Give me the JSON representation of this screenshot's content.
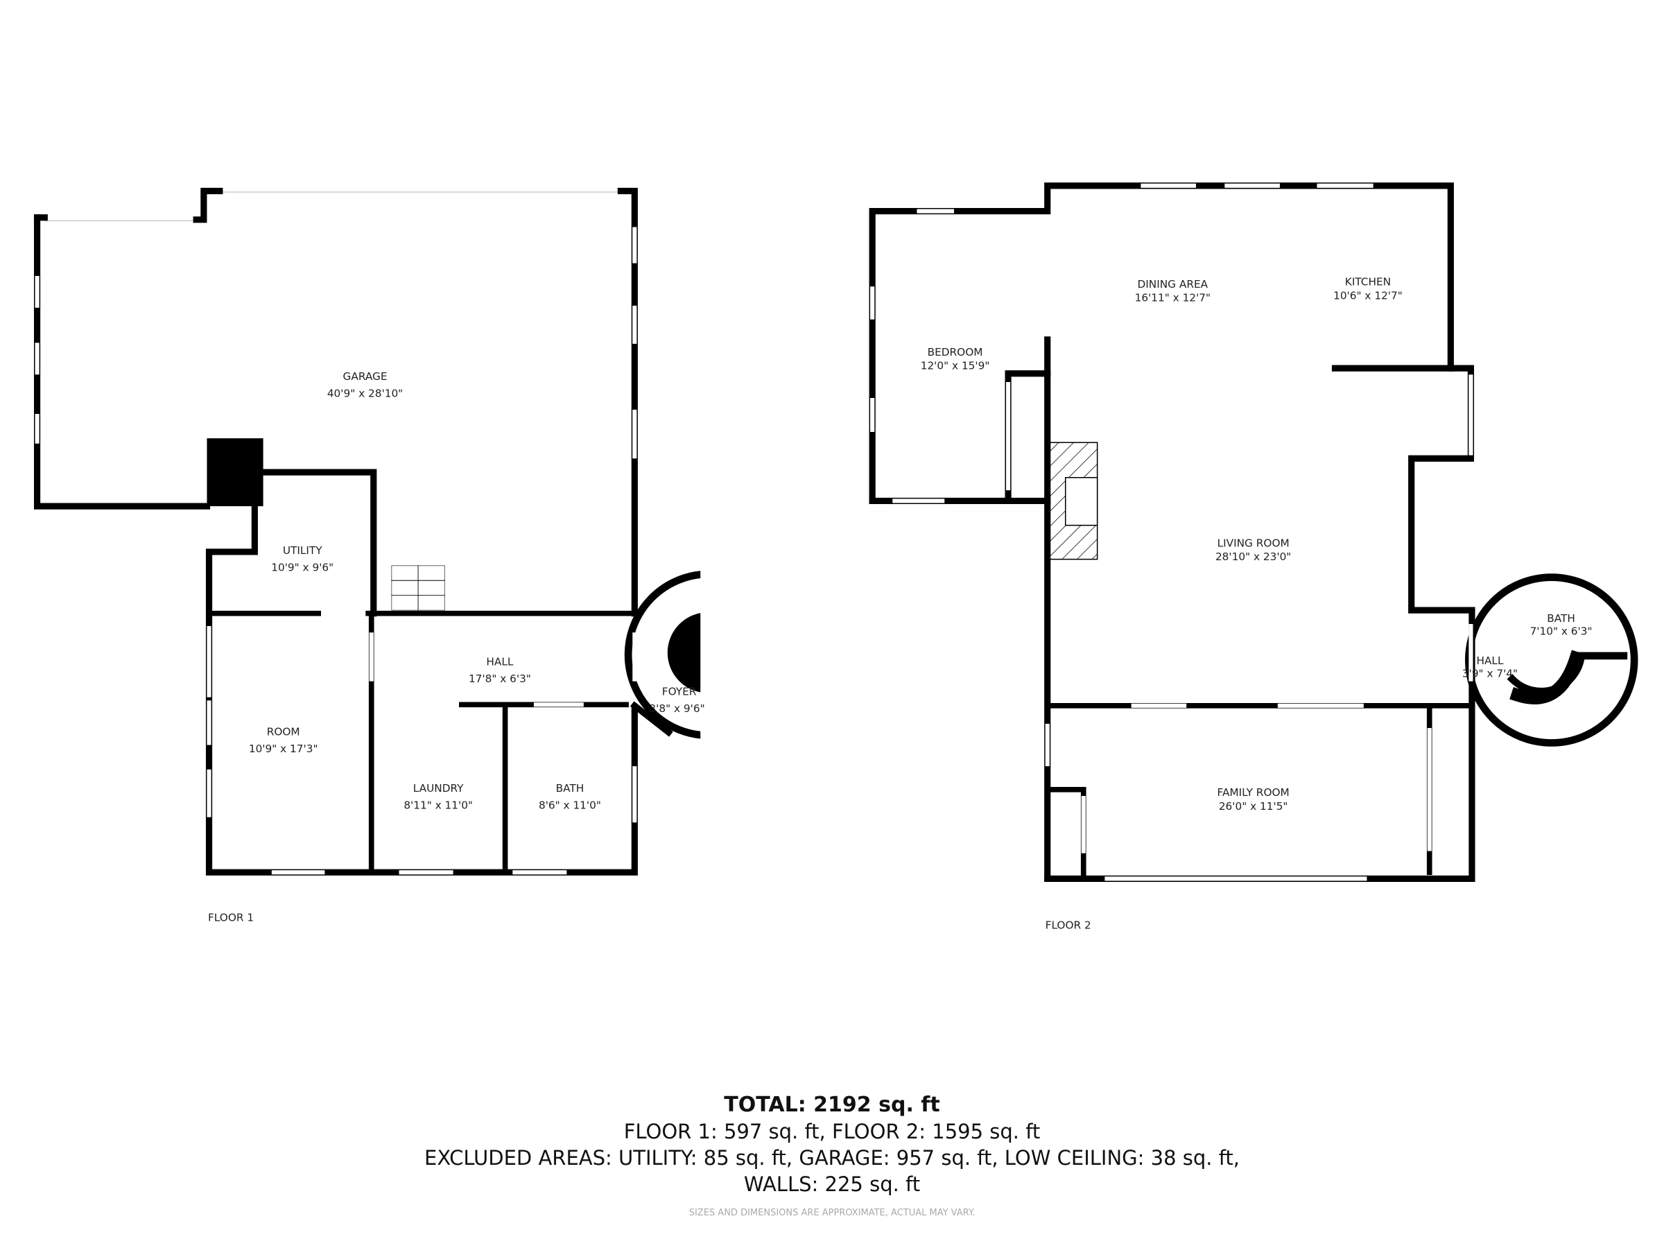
{
  "floors": [
    {
      "label": "FLOOR 1",
      "rooms": [
        {
          "name": "GARAGE",
          "dims": "40'9\" x 28'10\""
        },
        {
          "name": "UTILITY",
          "dims": "10'9\" x 9'6\""
        },
        {
          "name": "ROOM",
          "dims": "10'9\" x 17'3\""
        },
        {
          "name": "HALL",
          "dims": "17'8\" x 6'3\""
        },
        {
          "name": "LAUNDRY",
          "dims": "8'11\" x 11'0\""
        },
        {
          "name": "BATH",
          "dims": "8'6\" x 11'0\""
        },
        {
          "name": "FOYER",
          "dims": "3'8\" x 9'6\""
        }
      ]
    },
    {
      "label": "FLOOR 2",
      "rooms": [
        {
          "name": "DINING AREA",
          "dims": "16'11\" x 12'7\""
        },
        {
          "name": "KITCHEN",
          "dims": "10'6\" x 12'7\""
        },
        {
          "name": "BEDROOM",
          "dims": "12'0\" x 15'9\""
        },
        {
          "name": "LIVING ROOM",
          "dims": "28'10\" x 23'0\""
        },
        {
          "name": "BATH",
          "dims": "7'10\" x 6'3\""
        },
        {
          "name": "HALL",
          "dims": "3'9\" x 7'4\""
        },
        {
          "name": "FAMILY ROOM",
          "dims": "26'0\" x 11'5\""
        }
      ]
    }
  ],
  "summary": {
    "total": "TOTAL: 2192 sq. ft",
    "floors": "FLOOR 1: 597 sq. ft, FLOOR 2: 1595 sq. ft",
    "excluded": "EXCLUDED AREAS: UTILITY: 85 sq. ft, GARAGE: 957 sq. ft, LOW CEILING: 38 sq. ft,",
    "walls": "WALLS: 225 sq. ft"
  },
  "disclaimer": "SIZES AND DIMENSIONS ARE APPROXIMATE, ACTUAL MAY VARY.",
  "colors": {
    "wall": "#000000",
    "background": "#ffffff"
  }
}
